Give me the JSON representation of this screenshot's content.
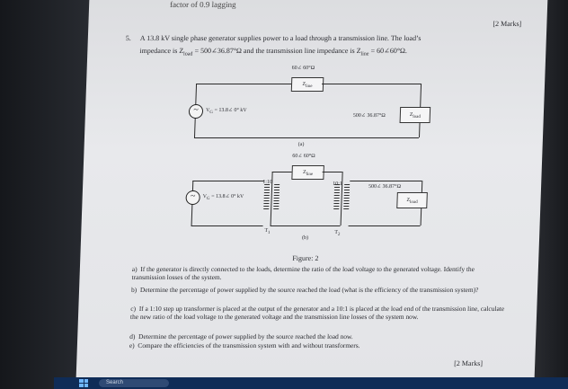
{
  "doc": {
    "top_cut": "factor of 0.9 lagging",
    "marks_top": "[2 Marks]",
    "q_num": "5.",
    "q_line1": "A 13.8 kV single phase generator supplies power to a load through a transmission line. The load’s",
    "q_line2": "impedance is Z",
    "q_line2_sub": "load",
    "q_line2_rest": " = 500∠36.87°Ω and the transmission line impedance is Z",
    "q_line2_sub2": "line",
    "q_line2_end": " = 60∠60°Ω.",
    "fig_a": {
      "line_imp": "60∠ 60°Ω",
      "zline": "Z",
      "zline_sub": "line",
      "source": "V",
      "source_sub": "G",
      "source_val": " = 13.8∠ 0° kV",
      "load_imp": "500∠ 36.87°Ω",
      "zload": "Z",
      "zload_sub": "load",
      "caption": "(a)"
    },
    "fig_b": {
      "line_imp": "60∠ 60°Ω",
      "zline": "Z",
      "zline_sub": "line",
      "ratio1": "1:10",
      "ratio2": "10:1",
      "source": "V",
      "source_sub": "G",
      "source_val": " = 13.8∠ 0° kV",
      "load_imp": "500∠ 36.87°Ω",
      "zload": "Z",
      "zload_sub": "load",
      "t1": "T",
      "t1_sub": "1",
      "t2": "T",
      "t2_sub": "2",
      "caption": "(b)"
    },
    "figure_label": "Figure: 2",
    "items": [
      {
        "k": "a)",
        "t": "If the generator is directly connected to the loads, determine the ratio of the load voltage to the generated voltage. Identify the transmission losses of the system."
      },
      {
        "k": "b)",
        "t": "Determine the percentage of power supplied by the source reached the load (what is the efficiency of the transmission system)?"
      },
      {
        "k": "c)",
        "t": "If a 1:10 step up transformer is placed at the output of the generator and a 10:1 is placed at the load end of the transmission line, calculate the new ratio of the load voltage to the generated voltage and the transmission line losses of the system now."
      },
      {
        "k": "d)",
        "t": "Determine the percentage of power supplied by the source reached the load now."
      },
      {
        "k": "e)",
        "t": "Compare the efficiencies of the transmission system with and without transformers."
      }
    ],
    "marks_bottom": "[2 Marks]"
  },
  "taskbar": {
    "search": "Search"
  }
}
